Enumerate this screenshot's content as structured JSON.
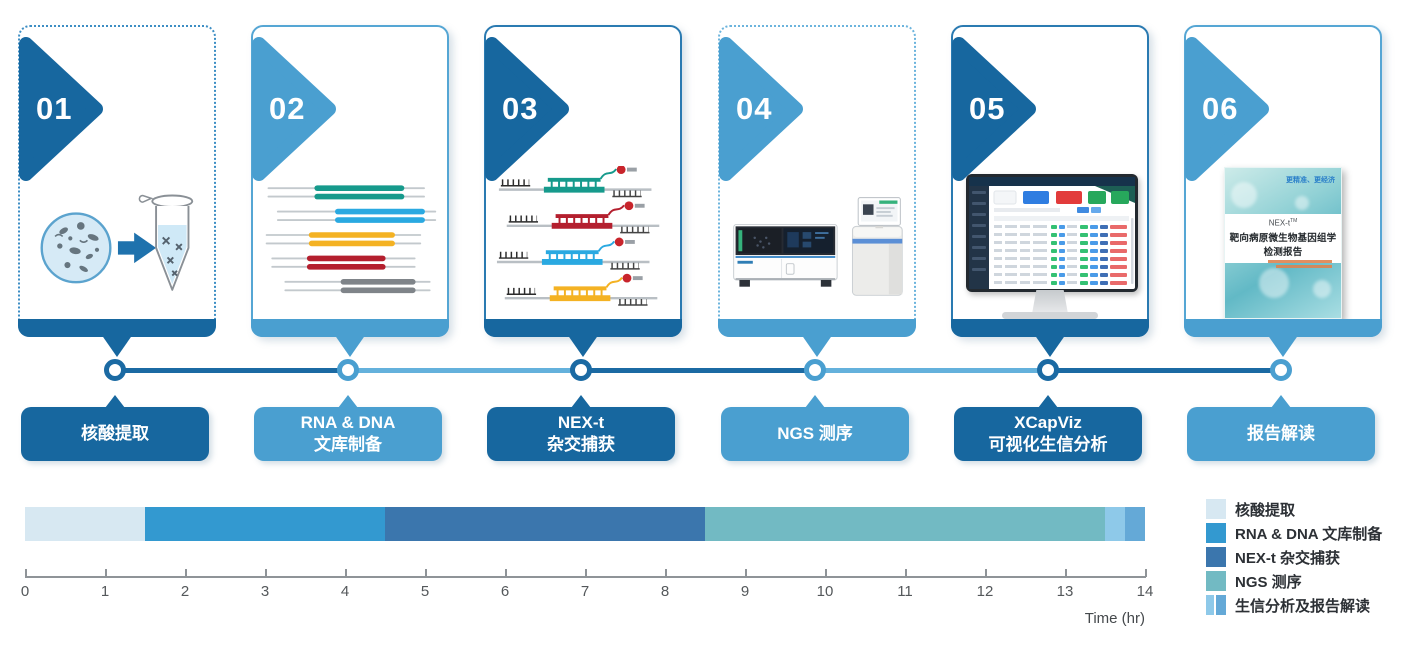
{
  "palette": {
    "step_dark": "#17679f",
    "step_light": "#4a9fd0",
    "connector_dark": "#1b6aa3",
    "connector_light": "#64b1dc"
  },
  "steps": [
    {
      "number": "01",
      "label_lines": [
        "核酸提取"
      ],
      "theme": "dark",
      "border": "dotted",
      "illustration": "sample-to-tube"
    },
    {
      "number": "02",
      "label_lines": [
        "RNA & DNA",
        "文库制备"
      ],
      "theme": "light",
      "border": "solid",
      "illustration": "library-fragments"
    },
    {
      "number": "03",
      "label_lines": [
        "NEX-t",
        "杂交捕获"
      ],
      "theme": "dark",
      "border": "solid",
      "illustration": "hybrid-capture-probes"
    },
    {
      "number": "04",
      "label_lines": [
        "NGS 测序"
      ],
      "theme": "light",
      "border": "dotted",
      "illustration": "sequencer-instruments"
    },
    {
      "number": "05",
      "label_lines": [
        "XCapViz",
        "可视化生信分析"
      ],
      "theme": "dark",
      "border": "solid",
      "illustration": "analysis-dashboard-monitor"
    },
    {
      "number": "06",
      "label_lines": [
        "报告解读"
      ],
      "theme": "light",
      "border": "solid",
      "illustration": "test-report-cover"
    }
  ],
  "report": {
    "tagline": "更精准、更经济",
    "product_name": "NEX-t",
    "trademark": "TM",
    "title": "靶向病原微生物基因组学检测报告"
  },
  "chart_data": {
    "type": "bar",
    "subtype": "horizontal-stacked-timeline",
    "xlabel": "Time (hr)",
    "xlim": [
      0,
      14
    ],
    "x_ticks": [
      0,
      1,
      2,
      3,
      4,
      5,
      6,
      7,
      8,
      9,
      10,
      11,
      12,
      13,
      14
    ],
    "grid": false,
    "legend_position": "right",
    "segments": [
      {
        "label": "核酸提取",
        "start": 0,
        "end": 1.5,
        "color": "#d7e8f2"
      },
      {
        "label": "RNA & DNA 文库制备",
        "start": 1.5,
        "end": 4.5,
        "color": "#3399d0"
      },
      {
        "label": "NEX-t 杂交捕获",
        "start": 4.5,
        "end": 8.5,
        "color": "#3b76ad"
      },
      {
        "label": "NGS 测序",
        "start": 8.5,
        "end": 13.5,
        "color": "#72bac3"
      },
      {
        "label": "生信分析及报告解读",
        "start": 13.5,
        "end": 13.75,
        "color": "#8ec9e9"
      },
      {
        "label": "生信分析及报告解读",
        "start": 13.75,
        "end": 14,
        "color": "#64a9d7"
      }
    ],
    "legend": [
      {
        "label": "核酸提取",
        "colors": [
          "#d7e8f2"
        ]
      },
      {
        "label": "RNA & DNA 文库制备",
        "colors": [
          "#3399d0"
        ]
      },
      {
        "label": "NEX-t 杂交捕获",
        "colors": [
          "#3b76ad"
        ]
      },
      {
        "label": "NGS 测序",
        "colors": [
          "#72bac3"
        ]
      },
      {
        "label": "生信分析及报告解读",
        "colors": [
          "#8ec9e9",
          "#64a9d7"
        ]
      }
    ]
  }
}
